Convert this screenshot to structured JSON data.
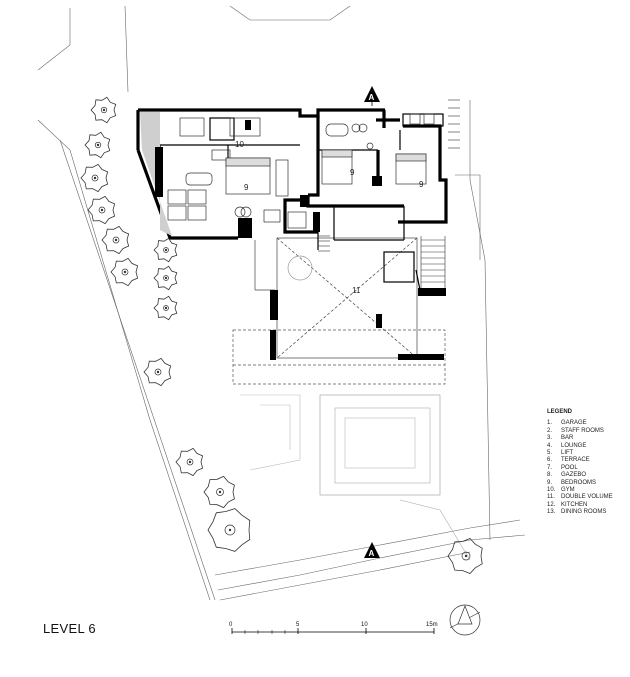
{
  "title": "LEVEL 6",
  "legend": {
    "title": "LEGEND",
    "items": [
      {
        "num": "1.",
        "label": "GARAGE"
      },
      {
        "num": "2.",
        "label": "STAFF ROOMS"
      },
      {
        "num": "3.",
        "label": "BAR"
      },
      {
        "num": "4.",
        "label": "LOUNGE"
      },
      {
        "num": "5.",
        "label": "LIFT"
      },
      {
        "num": "6.",
        "label": "TERRACE"
      },
      {
        "num": "7.",
        "label": "POOL"
      },
      {
        "num": "8.",
        "label": "GAZEBO"
      },
      {
        "num": "9.",
        "label": "BEDROOMS"
      },
      {
        "num": "10.",
        "label": "GYM"
      },
      {
        "num": "11.",
        "label": "DOUBLE VOLUME"
      },
      {
        "num": "12.",
        "label": "KITCHEN"
      },
      {
        "num": "13.",
        "label": "DINING ROOMS"
      }
    ]
  },
  "room_labels": {
    "gym": "10",
    "bedroom_a": "9",
    "bedroom_b": "9",
    "bedroom_c": "9",
    "double_volume": "11"
  },
  "section_marker": "A",
  "scale_bar": {
    "ticks": [
      "0",
      "5",
      "10",
      "15m"
    ]
  }
}
